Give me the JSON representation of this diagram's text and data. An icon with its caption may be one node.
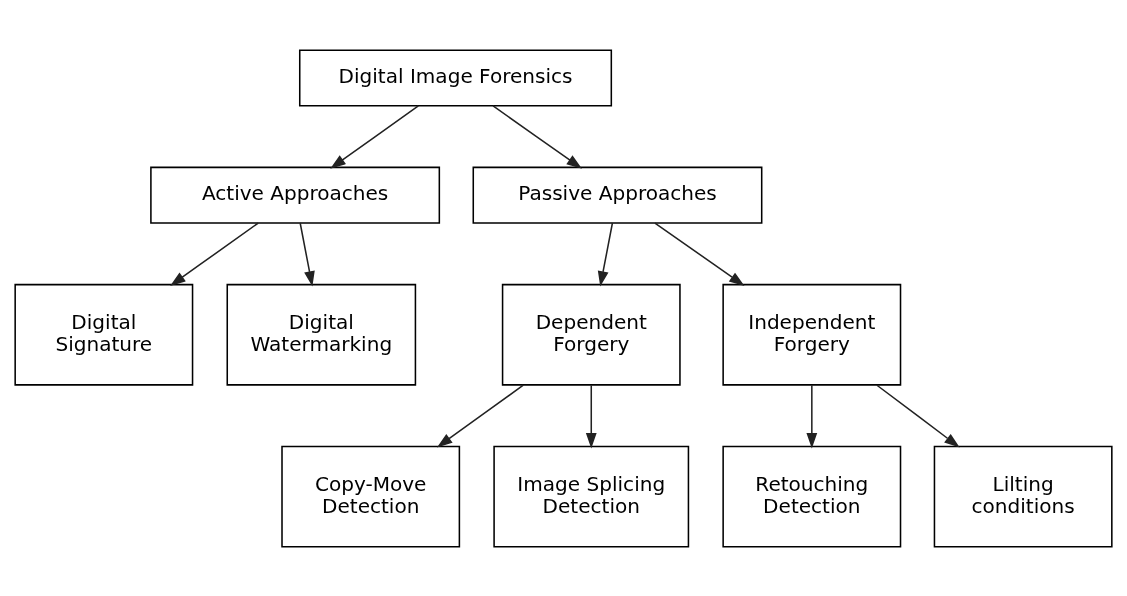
{
  "diagram": {
    "nodes": [
      {
        "text": [
          "Digital Image Forensics"
        ]
      },
      {
        "text": [
          "Active Approaches"
        ]
      },
      {
        "text": [
          "Passive Approaches"
        ]
      },
      {
        "text": [
          "Digital Signature"
        ]
      },
      {
        "text": [
          "Digital Watermarking"
        ]
      },
      {
        "text": [
          "Dependent Forgery"
        ]
      },
      {
        "text": [
          "Independent Forgery"
        ]
      },
      {
        "text": [
          "Copy-Move Detection"
        ]
      },
      {
        "text": [
          "Image Splicing Detection"
        ]
      },
      {
        "text": [
          "Retouching Detection"
        ]
      },
      {
        "text": [
          "Lilting conditions"
        ]
      }
    ],
    "edges": [
      {
        "from": 0,
        "to": 1,
        "arrow": "to"
      },
      {
        "from": 0,
        "to": 2,
        "arrow": "to"
      },
      {
        "from": 1,
        "to": 3,
        "arrow": "to"
      },
      {
        "from": 1,
        "to": 4,
        "arrow": "to"
      },
      {
        "from": 2,
        "to": 5,
        "arrow": "to"
      },
      {
        "from": 2,
        "to": 6,
        "arrow": "to"
      },
      {
        "from": 5,
        "to": 7,
        "arrow": "to"
      },
      {
        "from": 5,
        "to": 8,
        "arrow": "to"
      },
      {
        "from": 6,
        "to": 9,
        "arrow": "to"
      },
      {
        "from": 6,
        "to": 10,
        "arrow": "to"
      }
    ]
  }
}
